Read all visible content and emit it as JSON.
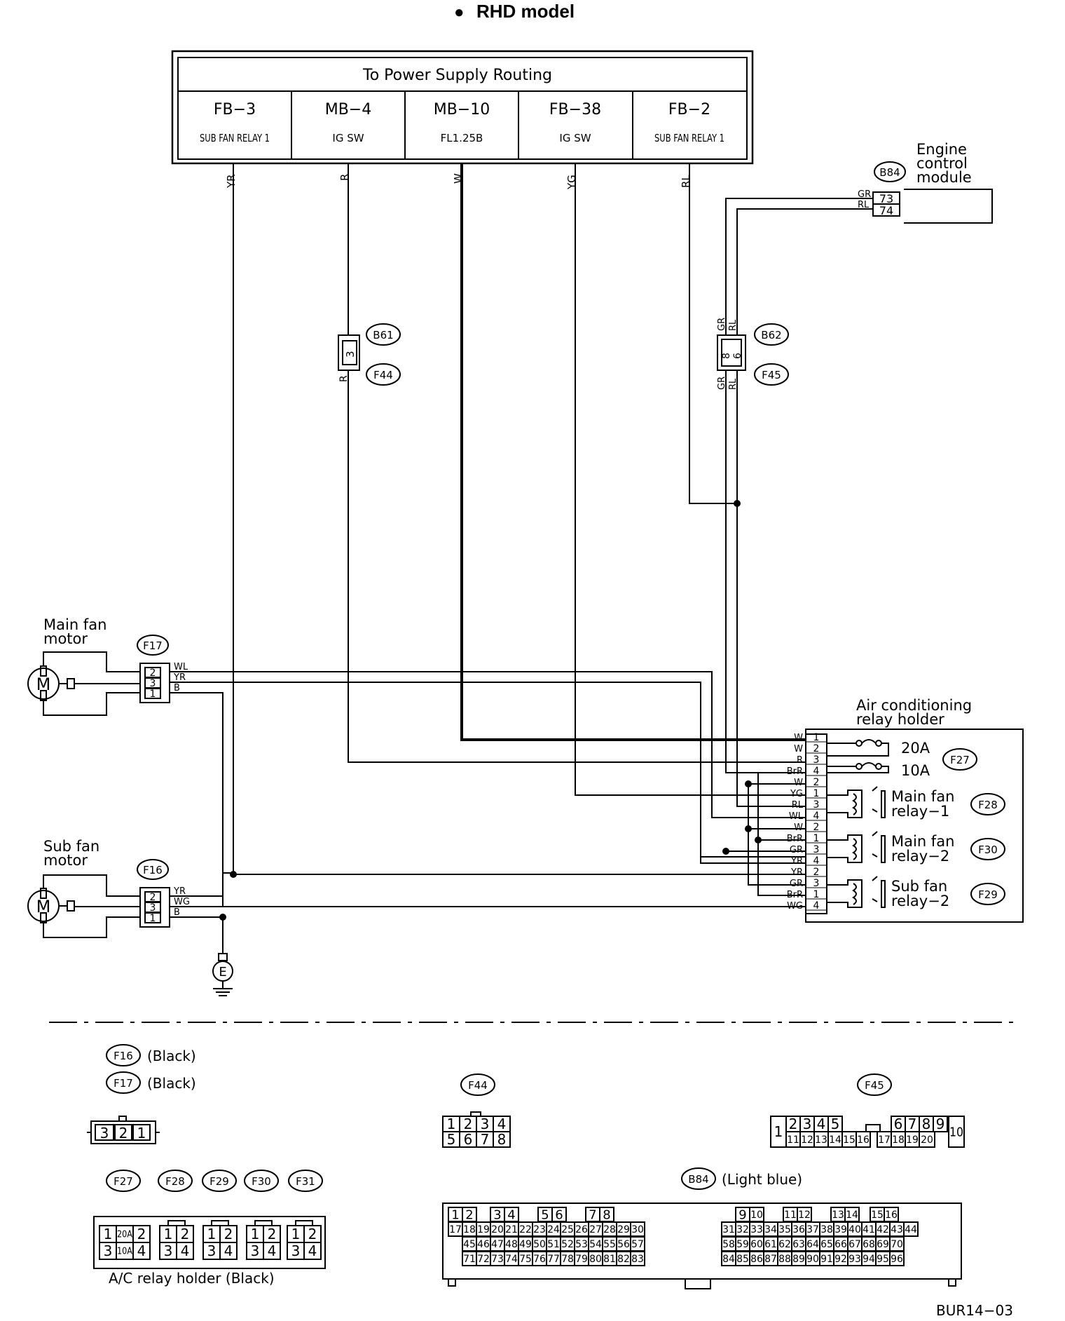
{
  "title": "RHD model",
  "title_bullet": "●",
  "power_box": {
    "header": "To Power Supply Routing",
    "columns": [
      {
        "id": "FB−3",
        "desc": "SUB FAN RELAY 1",
        "wire": "YR"
      },
      {
        "id": "MB−4",
        "desc": "IG SW",
        "wire": "R"
      },
      {
        "id": "MB−10",
        "desc": "FL1.25B",
        "wire": "W"
      },
      {
        "id": "FB−38",
        "desc": "IG SW",
        "wire": "YG"
      },
      {
        "id": "FB−2",
        "desc": "SUB FAN RELAY 1",
        "wire": "RL"
      }
    ]
  },
  "ecm": {
    "label_lines": [
      "Engine",
      "control",
      "module"
    ],
    "connector": "B84",
    "pins": [
      {
        "pin": "73",
        "wire": "GR"
      },
      {
        "pin": "74",
        "wire": "RL"
      }
    ]
  },
  "b61_f44": {
    "tags": [
      "B61",
      "F44"
    ],
    "pin": "3",
    "wire": "R"
  },
  "b62_f45": {
    "tags": [
      "B62",
      "F45"
    ],
    "pins": [
      "8",
      "6"
    ],
    "wires": [
      "GR",
      "RL"
    ]
  },
  "main_fan": {
    "label_lines": [
      "Main fan",
      "motor"
    ],
    "connector": "F17",
    "motor_symbol": "M",
    "pins": [
      {
        "pin": "2",
        "wire": "WL"
      },
      {
        "pin": "3",
        "wire": "YR"
      },
      {
        "pin": "1",
        "wire": "B"
      }
    ]
  },
  "sub_fan": {
    "label_lines": [
      "Sub fan",
      "motor"
    ],
    "connector": "F16",
    "motor_symbol": "M",
    "pins": [
      {
        "pin": "2",
        "wire": "YR"
      },
      {
        "pin": "3",
        "wire": "WG"
      },
      {
        "pin": "1",
        "wire": "B"
      }
    ]
  },
  "ground": {
    "label": "E"
  },
  "relay_holder": {
    "label_lines": [
      "Air conditioning",
      "relay holder"
    ],
    "pins": [
      {
        "wire": "W",
        "pin": "1"
      },
      {
        "wire": "W",
        "pin": "2"
      },
      {
        "wire": "R",
        "pin": "3"
      },
      {
        "wire": "BrR",
        "pin": "4"
      },
      {
        "wire": "W",
        "pin": "2"
      },
      {
        "wire": "YG",
        "pin": "1"
      },
      {
        "wire": "RL",
        "pin": "3"
      },
      {
        "wire": "WL",
        "pin": "4"
      },
      {
        "wire": "W",
        "pin": "2"
      },
      {
        "wire": "BrR",
        "pin": "1"
      },
      {
        "wire": "GR",
        "pin": "3"
      },
      {
        "wire": "YR",
        "pin": "4"
      },
      {
        "wire": "YR",
        "pin": "2"
      },
      {
        "wire": "GR",
        "pin": "3"
      },
      {
        "wire": "BrR",
        "pin": "1"
      },
      {
        "wire": "WG",
        "pin": "4"
      }
    ],
    "fuses": [
      {
        "rating": "20A"
      },
      {
        "rating": "10A"
      }
    ],
    "fuse_tag": "F27",
    "relays": [
      {
        "lines": [
          "Main fan",
          "relay−1"
        ],
        "tag": "F28"
      },
      {
        "lines": [
          "Main fan",
          "relay−2"
        ],
        "tag": "F30"
      },
      {
        "lines": [
          "Sub fan",
          "relay−2"
        ],
        "tag": "F29"
      }
    ]
  },
  "legend": {
    "f16": {
      "tag": "F16",
      "color": "(Black)"
    },
    "f17": {
      "tag": "F17",
      "color": "(Black)"
    },
    "fan_conn_pins": [
      "3",
      "2",
      "1"
    ],
    "f44": {
      "tag": "F44",
      "top": [
        "1",
        "2",
        "3",
        "4"
      ],
      "bottom": [
        "5",
        "6",
        "7",
        "8"
      ]
    },
    "f45": {
      "tag": "F45",
      "left": "1",
      "top": [
        "2",
        "3",
        "4",
        "5",
        "6",
        "7",
        "8",
        "9"
      ],
      "bottom": [
        "11",
        "12",
        "13",
        "14",
        "15",
        "16",
        "17",
        "18",
        "19",
        "20"
      ],
      "right": "10"
    },
    "relay_tags": [
      "F27",
      "F28",
      "F29",
      "F30",
      "F31"
    ],
    "relay_holder_label": "A/C relay holder (Black)",
    "fuse_block": {
      "top": [
        "1",
        "20A",
        "2"
      ],
      "bottom": [
        "3",
        "10A",
        "4"
      ]
    },
    "relay_block": {
      "top": [
        "1",
        "2"
      ],
      "bottom": [
        "3",
        "4"
      ]
    },
    "b84": {
      "tag": "B84",
      "color": "(Light blue)",
      "row1": [
        "1",
        "2",
        "3",
        "4",
        "5",
        "6",
        "7",
        "8",
        "9",
        "10",
        "11",
        "12",
        "13",
        "14",
        "15",
        "16"
      ],
      "row2": [
        "17",
        "18",
        "19",
        "20",
        "21",
        "22",
        "23",
        "24",
        "25",
        "26",
        "27",
        "28",
        "29",
        "30",
        "31",
        "32",
        "33",
        "34",
        "35",
        "36",
        "37",
        "38",
        "39",
        "40",
        "41",
        "42",
        "43",
        "44"
      ],
      "row3": [
        "45",
        "46",
        "47",
        "48",
        "49",
        "50",
        "51",
        "52",
        "53",
        "54",
        "55",
        "56",
        "57",
        "58",
        "59",
        "60",
        "61",
        "62",
        "63",
        "64",
        "65",
        "66",
        "67",
        "68",
        "69",
        "70"
      ],
      "row4": [
        "71",
        "72",
        "73",
        "74",
        "75",
        "76",
        "77",
        "78",
        "79",
        "80",
        "81",
        "82",
        "83",
        "84",
        "85",
        "86",
        "87",
        "88",
        "89",
        "90",
        "91",
        "92",
        "93",
        "94",
        "95",
        "96"
      ]
    }
  },
  "figure_code": "BUR14−03"
}
